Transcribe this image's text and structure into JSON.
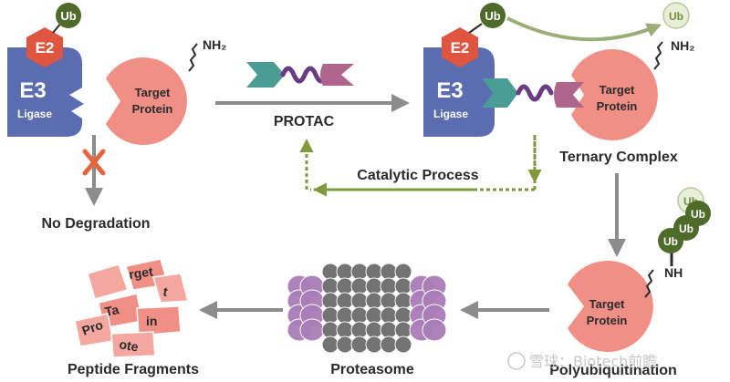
{
  "labels": {
    "ub": "Ub",
    "e2": "E2",
    "e3": "E3",
    "ligase": "Ligase",
    "target_line1": "Target",
    "target_line2": "Protein",
    "nh2": "NH₂",
    "nh": "NH",
    "protac": "PROTAC",
    "ternary_complex": "Ternary Complex",
    "catalytic_process": "Catalytic Process",
    "no_degradation": "No Degradation",
    "polyubiquitination": "Polyubiquitination",
    "proteasome": "Proteasome",
    "peptide_fragments": "Peptide Fragments"
  },
  "fragment_texts": [
    "Pro",
    "rget",
    "Ta",
    "ote",
    "in",
    "t"
  ],
  "watermark": "雪球：Biotech前瞻",
  "colors": {
    "e3": "#5b6cb0",
    "e2": "#e0553f",
    "ub_dark": "#4f6b2a",
    "ub_light": "#e9eed8",
    "target": "#f08f86",
    "warhead_teal": "#4a9c94",
    "linker": "#6a3b82",
    "binder": "#b0658f",
    "arrow_gray": "#8c8c8c",
    "catalytic_dash": "#7f9a3c",
    "proteasome_purple": "#a97db7",
    "proteasome_gray": "#6c6c6c",
    "text": "#2b2b2b"
  }
}
